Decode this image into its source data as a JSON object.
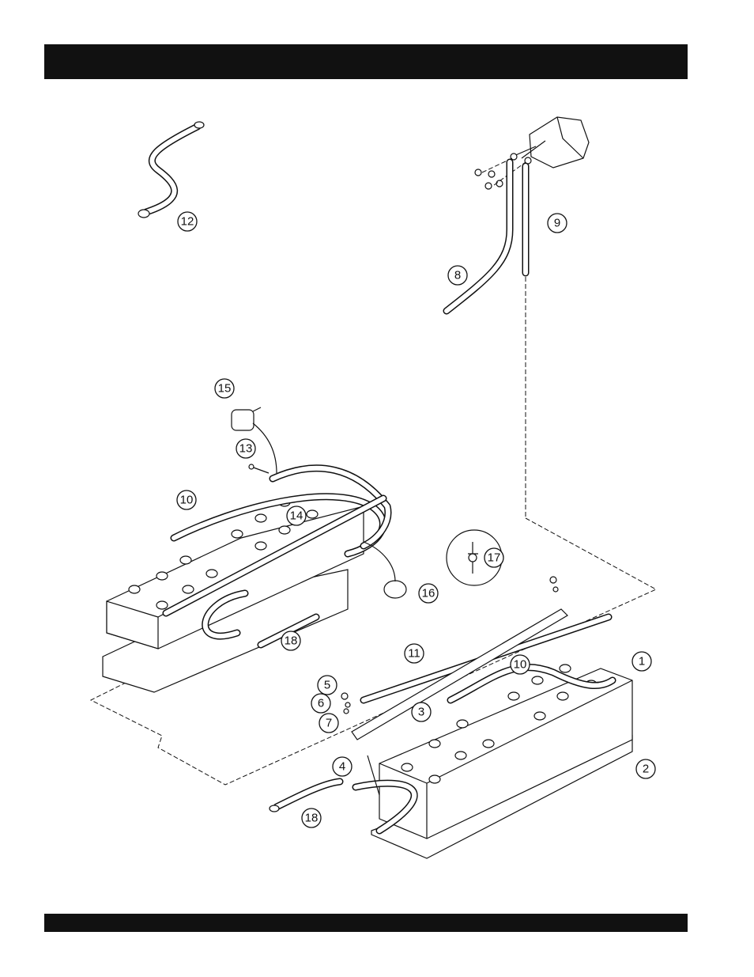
{
  "header_bar": {},
  "footer_bar": {},
  "callouts": [
    {
      "label": "12"
    },
    {
      "label": "9"
    },
    {
      "label": "8"
    },
    {
      "label": "15"
    },
    {
      "label": "13"
    },
    {
      "label": "10"
    },
    {
      "label": "14"
    },
    {
      "label": "17"
    },
    {
      "label": "16"
    },
    {
      "label": "18"
    },
    {
      "label": "11"
    },
    {
      "label": "10"
    },
    {
      "label": "1"
    },
    {
      "label": "5"
    },
    {
      "label": "6"
    },
    {
      "label": "3"
    },
    {
      "label": "7"
    },
    {
      "label": "4"
    },
    {
      "label": "2"
    },
    {
      "label": "18"
    }
  ]
}
